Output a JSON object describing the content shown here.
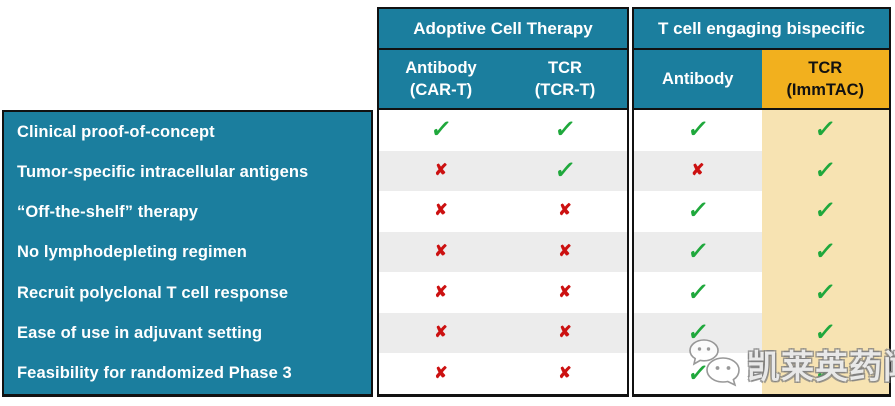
{
  "chart_data": {
    "type": "table",
    "title": "",
    "groups": [
      {
        "label": "Adoptive Cell Therapy",
        "columns": [
          {
            "line1": "Antibody",
            "line2": "(CAR-T)"
          },
          {
            "line1": "TCR",
            "line2": "(TCR-T)"
          }
        ]
      },
      {
        "label": "T cell engaging bispecific",
        "columns": [
          {
            "line1": "Antibody",
            "line2": ""
          },
          {
            "line1": "TCR",
            "line2": "(ImmTAC)"
          }
        ]
      }
    ],
    "marks": {
      "check": "✓",
      "cross": "✘"
    },
    "rows": [
      {
        "label": "Clinical proof-of-concept",
        "values": [
          "check",
          "check",
          "check",
          "check"
        ]
      },
      {
        "label": "Tumor-specific intracellular antigens",
        "values": [
          "cross",
          "check",
          "cross",
          "check"
        ]
      },
      {
        "label": "“Off-the-shelf” therapy",
        "values": [
          "cross",
          "cross",
          "check",
          "check"
        ]
      },
      {
        "label": "No lymphodepleting regimen",
        "values": [
          "cross",
          "cross",
          "check",
          "check"
        ]
      },
      {
        "label": "Recruit polyclonal T cell response",
        "values": [
          "cross",
          "cross",
          "check",
          "check"
        ]
      },
      {
        "label": "Ease of use in adjuvant setting",
        "values": [
          "cross",
          "cross",
          "check",
          "check"
        ]
      },
      {
        "label": "Feasibility for randomized Phase 3",
        "values": [
          "cross",
          "cross",
          "check",
          "check"
        ]
      }
    ]
  },
  "watermark": {
    "text": "凯莱英药闻",
    "icon": "chat-bubbles-icon"
  },
  "colors": {
    "teal": "#1b7e9e",
    "gold": "#f2b01e",
    "cream": "#f7e3b2",
    "row_alt": "#ececec",
    "check_green": "#1fa83c",
    "cross_red": "#cc1111",
    "border": "#111111"
  }
}
